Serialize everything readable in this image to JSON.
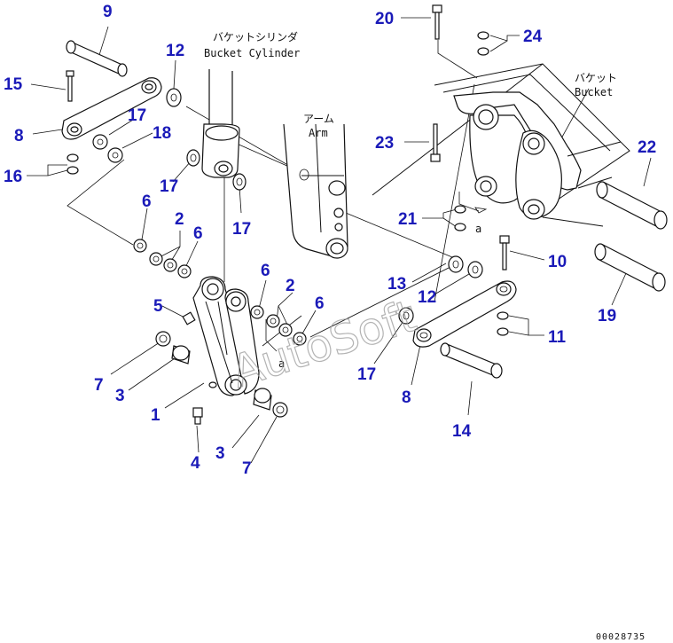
{
  "labels": {
    "bucket_cylinder_jp": "バケットシリンダ",
    "bucket_cylinder_en": "Bucket Cylinder",
    "arm_jp": "アーム",
    "arm_en": "Arm",
    "bucket_jp": "バケット",
    "bucket_en": "Bucket",
    "ref_a_1": "a",
    "ref_a_2": "a"
  },
  "watermark": "AutoSoft",
  "drawing_number": "00028735",
  "callouts": [
    "9",
    "15",
    "8",
    "16",
    "12",
    "17",
    "18",
    "17",
    "6",
    "2",
    "6",
    "5",
    "7",
    "3",
    "1",
    "4",
    "3",
    "7",
    "6",
    "2",
    "6",
    "17",
    "13",
    "12",
    "8",
    "14",
    "10",
    "11",
    "19",
    "22",
    "20",
    "24",
    "23",
    "21",
    "17"
  ]
}
